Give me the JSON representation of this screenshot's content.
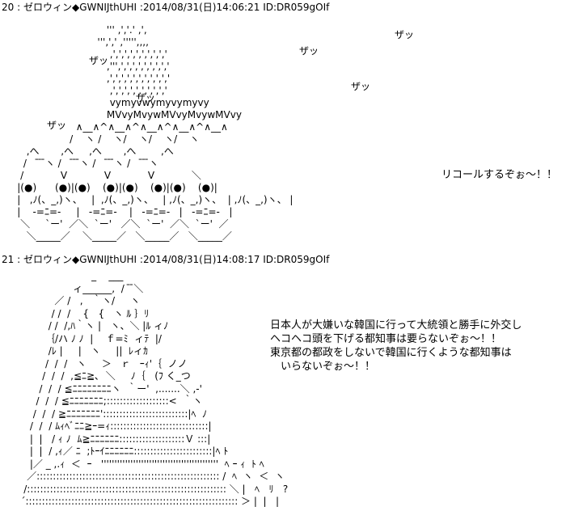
{
  "posts": [
    {
      "number": "20",
      "name": "ゼロウィン",
      "trip": "◆GWNIJthUHI",
      "datetime": "2014/08/31(日)14:06:21",
      "id": "ID:DR059gOIf",
      "sound_effects": [
        "ザッ",
        "ザッ",
        "ザッ",
        "ザッ",
        "ザッ",
        "ザッ"
      ],
      "speech": "リコールするぞぉ～！！",
      "ascii_art": "                                 ''' ,','.' ,',\n                              ''',',' ,''''',,,,\n                                  ,',',',',',',',',','\n                                 ,''',',',',',',',',','\n                                 ,',',',',',',',',',','\n                                  ,',',',',',',',',','\n                                  vymyvwymyvymyvy\n                                 MVvyMvywMVvyMvywMVvy\n                       ∧__∧^∧__∧^∧__∧^∧__∧^∧__∧\n                     /    ヽ /    ヽ/    ヽ/    ヽ/    ヽ\n       ,へ       ,へ     ,へ       ,へ        ,へ\n      /    ̄ ̄ ̄ヽ /    ̄ ̄ ̄ヽ /    ̄ ̄ ̄ヽ /    ̄ ̄ ̄ヽ\n     /            V            V            V            ＼\n    |(●)      (●)|(●)    (●)|(●)    (●)|(●)    (●)|\n    |   ,ﾉ(、_,)ヽ、   |  ,ﾉ(、_,)ヽ、   | ,ﾉ(、_,)ヽ、  | ,ﾉ(、_,)ヽ、 |\n    |    -=ﾆ=-     |   -=ﾆ=-    |   -=ﾆ=-   |   -=ﾆ=-   |\n     ＼     `ー'  ／＼  `ー'   ／＼  `ー'  ／＼  `ー'  ／\n       ＼_____／    ＼_____／   ＼_____／   ＼_____／"
    },
    {
      "number": "21",
      "name": "ゼロウィン",
      "trip": "◆GWNIJthUHI",
      "datetime": "2014/08/31(日)14:08:17",
      "id": "ID:DR059gOIf",
      "speech_lines": [
        "日本人が大嫌いな韓国に行って大統領と勝手に外交し",
        "ヘコヘコ頭を下げる都知事は要らないぞぉ～！！",
        "",
        "東京都の都政をしないで韓国に行くような都知事は",
        "　いらないぞぉ～！！"
      ],
      "ascii_art": "                          _    ___\n                    ィ______,  /  ̄ ̄＼\n              ／ /   ,   ｀ヽ/     ヽ\n             / /  /    {   {   ヽ ﾙ ｝ﾘ\n            / /  /,ﾊ｀ヽ |   ヽ、＼ |ﾙ ィﾉ\n           ｛/ハ ﾉ ﾉ  |    ｆ=ﾐ  ィﾃ  |/\n            /ﾚ |     |   ヽ     ||  ﾚィｶ\n           /  /  /   ヽ     ＞   ｒ   ｰｨ'｛  ノノ\n          /  /  /  ,≦ﾆ≧､  ＼     ﾉ｛   (ﾌ く_つ\n         /  /  / ≦ﾆﾆﾆﾆﾆﾆﾆﾆヽ  ｀ー'  ,.......＼ ,-'\n        /  /  / ≦ﾆﾆﾆﾆﾆﾆﾆ;:::::::::::::::::::<  ｀ヽ\n       /  /  / ≧ﾆﾆﾆﾆﾆﾆﾆ'::::::::::::::::::::::::::|ﾍ  ﾉ\n      /  /  / ﾑｨﾍﾞﾆﾆ≧ｰ=ｨ::::::::::::::::::::::::::::::|\n      |  |   / ｨ ﾉ  ﾑ≧ﾆﾆﾆﾆﾆﾆ::::::::::::::::::::Ｖ :::|\n      |  |  / ,ｨ／ ﾆ  ;ﾄｰｲﾆﾆﾆﾆﾆﾆ::::::::::::::::::::::::|ﾍ ﾄ\n      |／ _ ,.ｨ  ＜  ｰ   ''''''''''''''''''''''''''''''''''''''''''''  ﾍ ｰ ｨ  ﾄ ﾍ\n     ／:::::::::::::::::::::::::::::::::::::::::::::::::::::::: /  ﾍ  ヽ  ＜  ヽ\n    /::::::::::::::::::::::::::::::::::::::::::::::::::::::::::::: ＼ |   ﾍ   ﾘ   ?\n   ´::::::::::::::::::::::::::::::::::::::::::::::::::::::::::::::::: ＞ |  |   |"
    }
  ]
}
